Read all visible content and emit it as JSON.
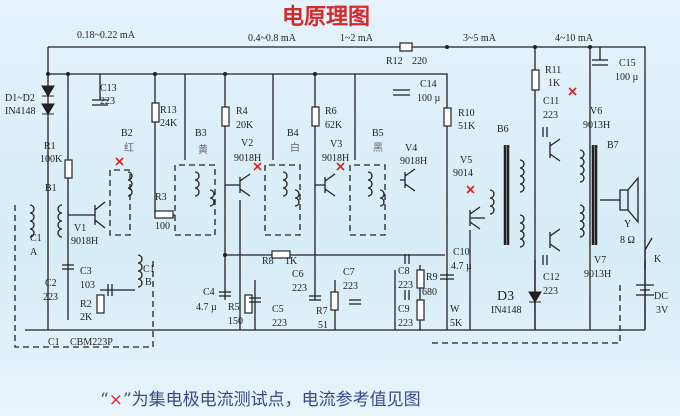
{
  "title": "电原理图",
  "currents": [
    "0.18~0.22 mA",
    "0.4~0.8 mA",
    "1~2 mA",
    "3~5 mA",
    "4~10 mA"
  ],
  "components": {
    "R12": [
      "R12",
      "220"
    ],
    "D1D2": [
      "D1~D2",
      "IN4148"
    ],
    "C13": [
      "C13",
      "223"
    ],
    "R13": [
      "R13",
      "24K"
    ],
    "R4": [
      "R4",
      "20K"
    ],
    "R6": [
      "R6",
      "62K"
    ],
    "C14": [
      "C14",
      "100 µ"
    ],
    "R10": [
      "R10",
      "51K"
    ],
    "R11": [
      "R11",
      "1K"
    ],
    "C15": [
      "C15",
      "100 µ"
    ],
    "C11": [
      "C11",
      "223"
    ],
    "V6": [
      "V6",
      "9013H"
    ],
    "B6": [
      "B6"
    ],
    "B7": [
      "B7"
    ],
    "R1": [
      "R1",
      "100K"
    ],
    "B1": [
      "B1"
    ],
    "B2": [
      "B2",
      "红"
    ],
    "B3": [
      "B3",
      "黄"
    ],
    "V2": [
      "V2",
      "9018H"
    ],
    "B4": [
      "B4",
      "白"
    ],
    "V3": [
      "V3",
      "9018H"
    ],
    "B5": [
      "B5",
      "黑"
    ],
    "V4": [
      "V4",
      "9018H"
    ],
    "V5": [
      "V5",
      "9014"
    ],
    "R3": [
      "R3",
      "100"
    ],
    "C1A": [
      "C1",
      "A"
    ],
    "V1": [
      "V1",
      "9018H"
    ],
    "C1B": [
      "C1",
      "B"
    ],
    "C2": [
      "C2",
      "223"
    ],
    "C3": [
      "C3",
      "103"
    ],
    "R2": [
      "R2",
      "2K"
    ],
    "C1": [
      "C1",
      "CBM223P"
    ],
    "C4": [
      "C4",
      "4.7 µ"
    ],
    "R5": [
      "R5",
      "150"
    ],
    "C5": [
      "C5",
      "223"
    ],
    "R8": [
      "R8",
      "1K"
    ],
    "C6": [
      "C6",
      "223"
    ],
    "R7": [
      "R7",
      "51"
    ],
    "C7": [
      "C7",
      "223"
    ],
    "C8": [
      "C8",
      "223"
    ],
    "R9": [
      "R9",
      "680"
    ],
    "C9": [
      "C9",
      "223"
    ],
    "W": [
      "W",
      "5K"
    ],
    "C10": [
      "C10",
      "4.7 µ"
    ],
    "D3": [
      "D3",
      "IN4148"
    ],
    "C12": [
      "C12",
      "223"
    ],
    "V7": [
      "V7",
      "9013H"
    ],
    "Y": [
      "Y",
      "8 Ω"
    ],
    "K": [
      "K"
    ],
    "DC": [
      "DC",
      "3V"
    ]
  },
  "note": {
    "open_quote": "“",
    "mark": "×",
    "text": "”为集电极电流测试点，电流参考值见图"
  },
  "colors": {
    "title": "#d42a2a",
    "test_point": "#e02020",
    "note": "#3a4a8a"
  }
}
